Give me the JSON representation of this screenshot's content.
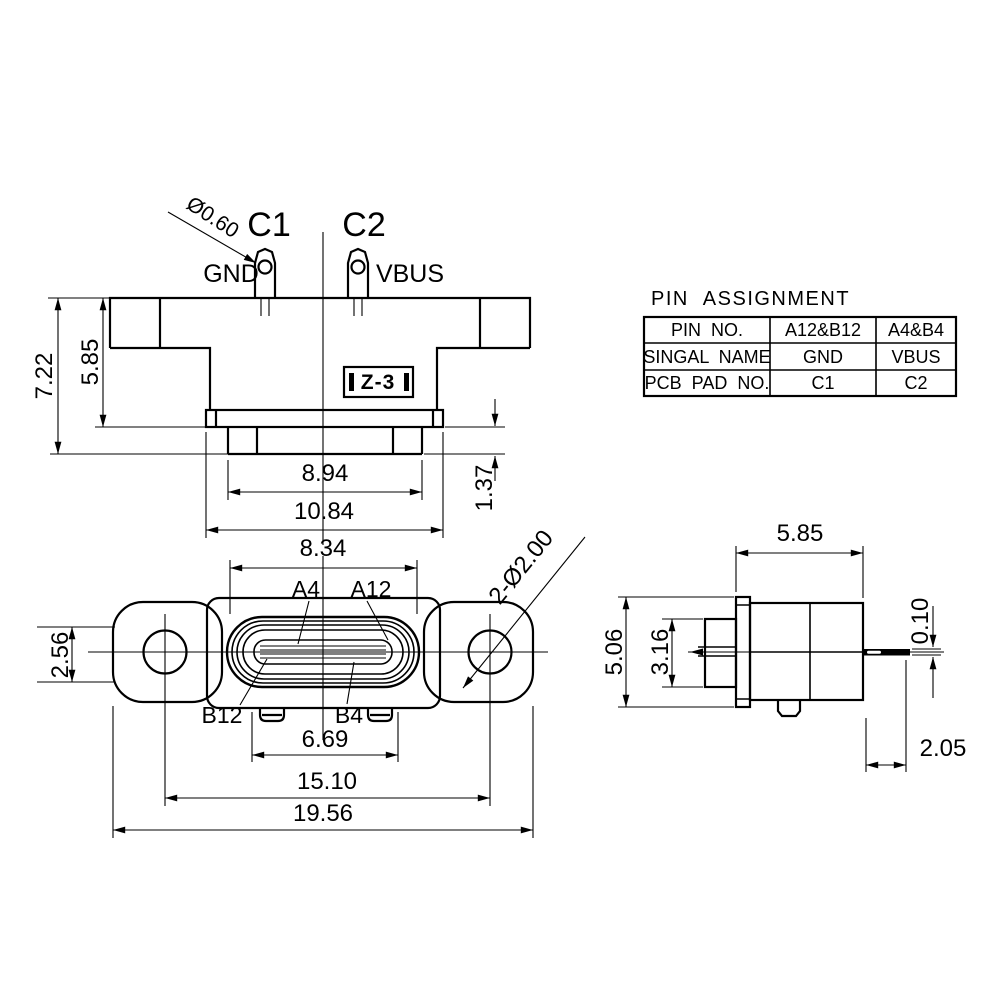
{
  "colors": {
    "ink": "#000000",
    "paper": "#ffffff"
  },
  "front_view": {
    "label_c1": "C1",
    "label_c2": "C2",
    "label_gnd": "GND",
    "label_vbus": "VBUS",
    "dim_pin_hole": "Ø0.60",
    "marking": "Z-3",
    "dim_total_height": "7.22",
    "dim_body_height": "5.85",
    "dim_leg_span": "8.94",
    "dim_base_width": "10.84",
    "dim_leg_height": "1.37"
  },
  "table": {
    "title": "PIN ASSIGNMENT",
    "header": {
      "c0": "PIN NO.",
      "c1": "A12&B12",
      "c2": "A4&B4"
    },
    "row_signal": {
      "c0": "SINGAL NAME",
      "c1": "GND",
      "c2": "VBUS"
    },
    "row_pad": {
      "c0": "PCB PAD NO.",
      "c1": "C1",
      "c2": "C2"
    }
  },
  "top_view": {
    "label_a4": "A4",
    "label_a12": "A12",
    "label_b12": "B12",
    "label_b4": "B4",
    "dim_shell_width": "8.34",
    "dim_ear_height": "2.56",
    "dim_leg_span": "6.69",
    "dim_hole_pitch": "15.10",
    "dim_overall_width": "19.56",
    "dim_mount_holes": "2-Ø2.00"
  },
  "side_view": {
    "dim_depth": "5.85",
    "dim_height": "5.06",
    "dim_plug_height": "3.16",
    "dim_pin_thickness": "0.10",
    "dim_pin_protrusion": "2.05"
  }
}
